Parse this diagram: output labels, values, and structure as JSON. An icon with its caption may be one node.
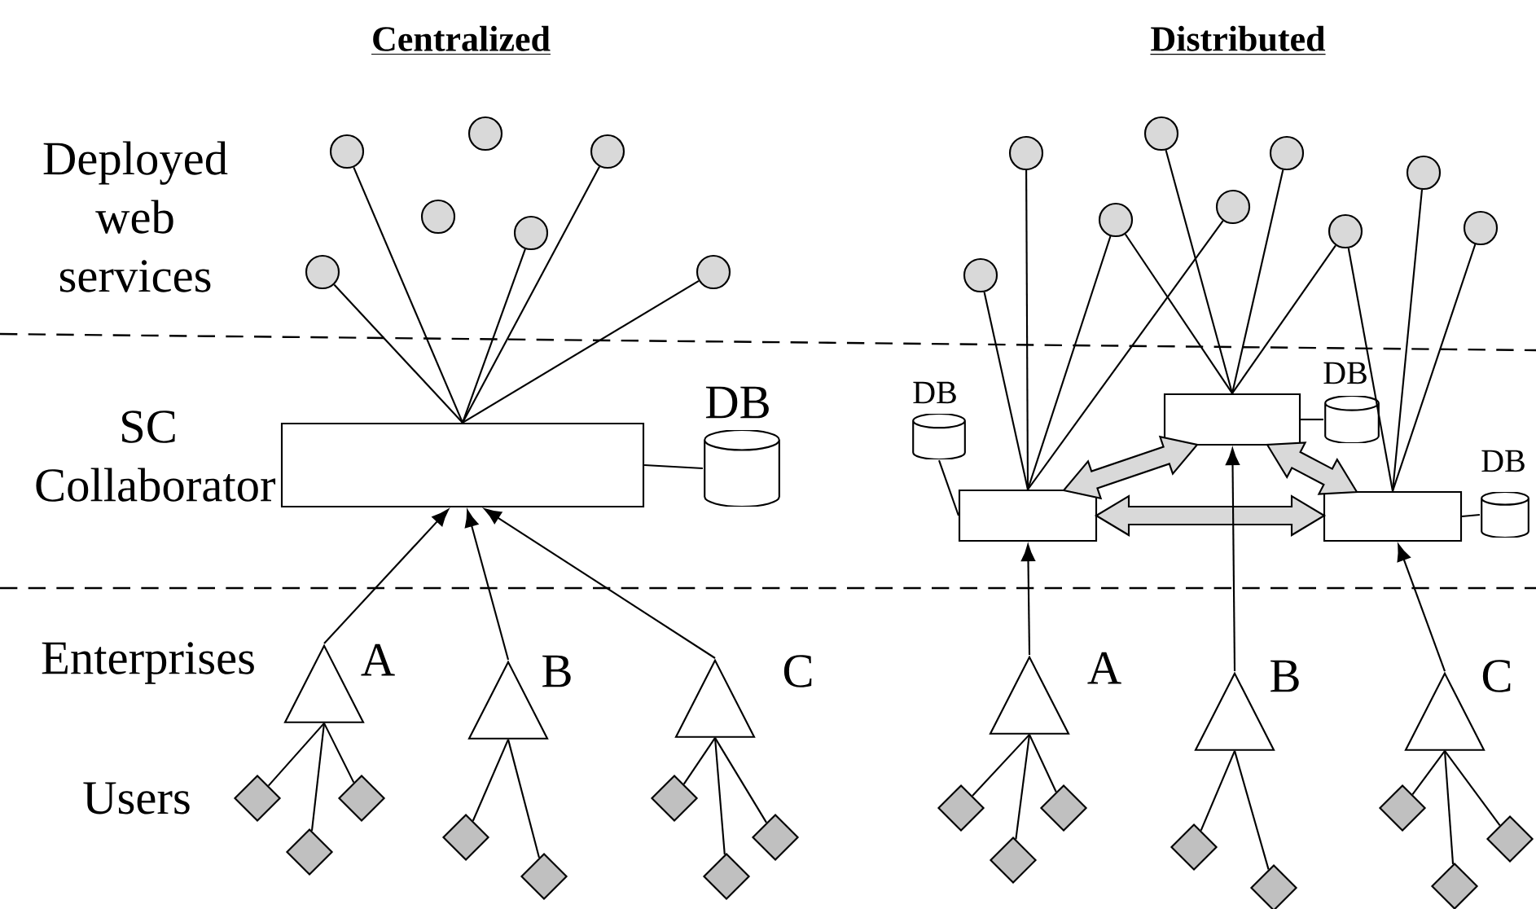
{
  "diagram": {
    "nodes": [
      {
        "text": [],
        "shape": "circle"
      },
      {
        "text": [],
        "shape": "circle"
      },
      {
        "text": [],
        "shape": "circle"
      },
      {
        "text": [],
        "shape": "circle"
      },
      {
        "text": [],
        "shape": "circle"
      },
      {
        "text": [],
        "shape": "circle"
      },
      {
        "text": [],
        "shape": "circle"
      },
      {
        "text": [],
        "shape": "box"
      },
      {
        "text": [
          "DB"
        ]
      },
      {
        "text": [],
        "shape": "triangle",
        "beside": [
          "A"
        ]
      },
      {
        "text": [],
        "shape": "triangle",
        "beside": [
          "B"
        ]
      },
      {
        "text": [],
        "shape": "triangle",
        "beside": [
          "C"
        ]
      },
      {
        "text": [],
        "shape": "diamond"
      },
      {
        "text": [],
        "shape": "diamond"
      },
      {
        "text": [],
        "shape": "diamond"
      },
      {
        "text": [],
        "shape": "diamond"
      },
      {
        "text": [],
        "shape": "diamond"
      },
      {
        "text": [],
        "shape": "diamond"
      },
      {
        "text": [],
        "shape": "diamond"
      },
      {
        "text": [],
        "shape": "diamond"
      },
      {
        "text": [],
        "shape": "circle"
      },
      {
        "text": [],
        "shape": "circle"
      },
      {
        "text": [],
        "shape": "circle"
      },
      {
        "text": [],
        "shape": "circle"
      },
      {
        "text": [],
        "shape": "circle"
      },
      {
        "text": [],
        "shape": "circle"
      },
      {
        "text": [],
        "shape": "circle"
      },
      {
        "text": [],
        "shape": "circle"
      },
      {
        "text": [],
        "shape": "circle"
      },
      {
        "text": [],
        "shape": "box"
      },
      {
        "text": [],
        "shape": "box"
      },
      {
        "text": [],
        "shape": "box"
      },
      {
        "text": [
          "DB"
        ]
      },
      {
        "text": [
          "DB"
        ]
      },
      {
        "text": [
          "DB"
        ]
      },
      {
        "text": [],
        "shape": "triangle",
        "beside": [
          "A"
        ]
      },
      {
        "text": [],
        "shape": "triangle",
        "beside": [
          "B"
        ]
      },
      {
        "text": [],
        "shape": "triangle",
        "beside": [
          "C"
        ]
      },
      {
        "text": [],
        "shape": "diamond"
      },
      {
        "text": [],
        "shape": "diamond"
      },
      {
        "text": [],
        "shape": "diamond"
      },
      {
        "text": [],
        "shape": "diamond"
      },
      {
        "text": [],
        "shape": "diamond"
      },
      {
        "text": [],
        "shape": "diamond"
      },
      {
        "text": [],
        "shape": "diamond"
      },
      {
        "text": [],
        "shape": "diamond"
      }
    ],
    "edges": [
      {
        "from": 7,
        "to": 0,
        "arrow": "none"
      },
      {
        "from": 7,
        "to": 1,
        "arrow": "none"
      },
      {
        "from": 7,
        "to": 4,
        "arrow": "none"
      },
      {
        "from": 7,
        "to": 5,
        "arrow": "none"
      },
      {
        "from": 7,
        "to": 6,
        "arrow": "none"
      },
      {
        "from": 7,
        "to": 8,
        "arrow": "none"
      },
      {
        "from": 9,
        "to": 7,
        "arrow": "to"
      },
      {
        "from": 10,
        "to": 7,
        "arrow": "to"
      },
      {
        "from": 11,
        "to": 7,
        "arrow": "to"
      },
      {
        "from": 9,
        "to": 12,
        "arrow": "none"
      },
      {
        "from": 9,
        "to": 13,
        "arrow": "none"
      },
      {
        "from": 9,
        "to": 14,
        "arrow": "none"
      },
      {
        "from": 10,
        "to": 15,
        "arrow": "none"
      },
      {
        "from": 10,
        "to": 16,
        "arrow": "none"
      },
      {
        "from": 11,
        "to": 17,
        "arrow": "none"
      },
      {
        "from": 11,
        "to": 18,
        "arrow": "none"
      },
      {
        "from": 11,
        "to": 19,
        "arrow": "none"
      },
      {
        "from": 29,
        "to": 20,
        "arrow": "none"
      },
      {
        "from": 29,
        "to": 21,
        "arrow": "none"
      },
      {
        "from": 29,
        "to": 22,
        "arrow": "none"
      },
      {
        "from": 29,
        "to": 24,
        "arrow": "none"
      },
      {
        "from": 30,
        "to": 22,
        "arrow": "none"
      },
      {
        "from": 30,
        "to": 23,
        "arrow": "none"
      },
      {
        "from": 30,
        "to": 25,
        "arrow": "none"
      },
      {
        "from": 30,
        "to": 26,
        "arrow": "none"
      },
      {
        "from": 31,
        "to": 26,
        "arrow": "none"
      },
      {
        "from": 31,
        "to": 27,
        "arrow": "none"
      },
      {
        "from": 31,
        "to": 28,
        "arrow": "none"
      },
      {
        "from": 32,
        "to": 29,
        "arrow": "none"
      },
      {
        "from": 30,
        "to": 33,
        "arrow": "none"
      },
      {
        "from": 31,
        "to": 34,
        "arrow": "none"
      },
      {
        "from": 29,
        "to": 30,
        "arrow": "both",
        "style": "thick",
        "color": "#d9d9d9"
      },
      {
        "from": 30,
        "to": 31,
        "arrow": "both",
        "style": "thick",
        "color": "#d9d9d9"
      },
      {
        "from": 29,
        "to": 31,
        "arrow": "both",
        "style": "thick",
        "color": "#d9d9d9"
      },
      {
        "from": 35,
        "to": 29,
        "arrow": "to"
      },
      {
        "from": 36,
        "to": 30,
        "arrow": "to"
      },
      {
        "from": 37,
        "to": 31,
        "arrow": "to"
      },
      {
        "from": 35,
        "to": 38,
        "arrow": "none"
      },
      {
        "from": 35,
        "to": 39,
        "arrow": "none"
      },
      {
        "from": 35,
        "to": 40,
        "arrow": "none"
      },
      {
        "from": 36,
        "to": 41,
        "arrow": "none"
      },
      {
        "from": 36,
        "to": 42,
        "arrow": "none"
      },
      {
        "from": 37,
        "to": 43,
        "arrow": "none"
      },
      {
        "from": 37,
        "to": 44,
        "arrow": "none"
      },
      {
        "from": 37,
        "to": 45,
        "arrow": "none"
      }
    ],
    "labels": [
      "Centralized",
      "Distributed",
      "Deployed web services",
      "SC Collaborator",
      "Enterprises",
      "Users"
    ]
  }
}
